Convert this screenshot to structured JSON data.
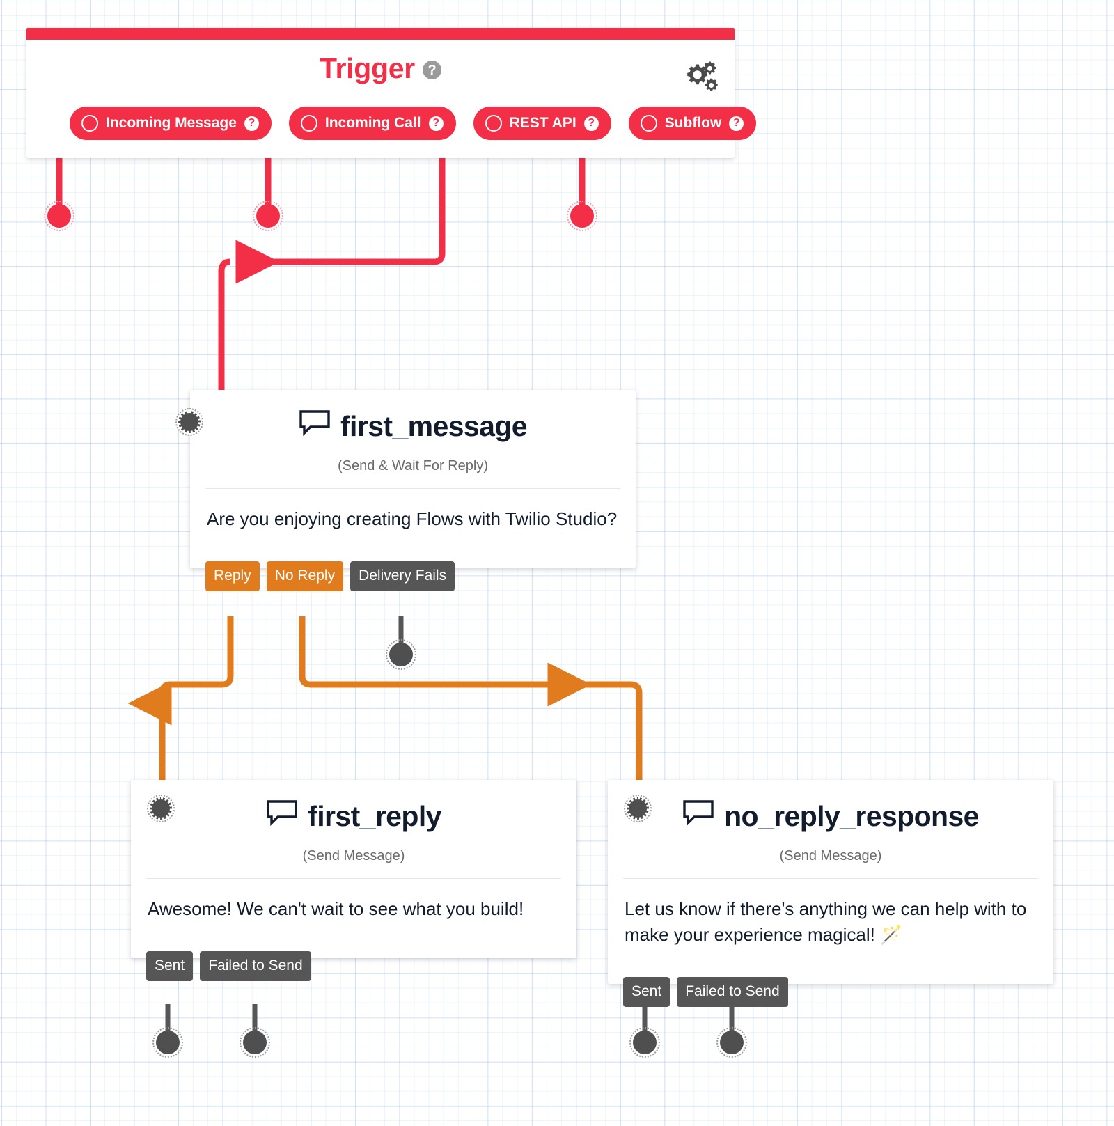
{
  "theme": {
    "accent_red": "#F22F46",
    "accent_orange": "#E07B1E",
    "neutral_gray": "#565656",
    "text_dark": "#121C2D",
    "grid_blue": "#8CB9EB"
  },
  "trigger": {
    "title": "Trigger",
    "help_glyph": "?",
    "settings_icon": "gears-icon",
    "pills": [
      {
        "label": "Incoming Message",
        "help_glyph": "?",
        "name": "trigger-pill-incoming-message"
      },
      {
        "label": "Incoming Call",
        "help_glyph": "?",
        "name": "trigger-pill-incoming-call"
      },
      {
        "label": "REST API",
        "help_glyph": "?",
        "name": "trigger-pill-rest-api"
      },
      {
        "label": "Subflow",
        "help_glyph": "?",
        "name": "trigger-pill-subflow"
      }
    ]
  },
  "widgets": [
    {
      "id": "first_message",
      "title": "first_message",
      "subtitle": "(Send & Wait For Reply)",
      "body": "Are you enjoying creating Flows with Twilio Studio?",
      "icon": "chat-bubble-icon",
      "outputs": [
        {
          "label": "Reply",
          "color": "orange"
        },
        {
          "label": "No Reply",
          "color": "orange"
        },
        {
          "label": "Delivery Fails",
          "color": "gray"
        }
      ]
    },
    {
      "id": "first_reply",
      "title": "first_reply",
      "subtitle": "(Send Message)",
      "body": "Awesome! We can't wait to see what you build!",
      "icon": "chat-bubble-icon",
      "outputs": [
        {
          "label": "Sent",
          "color": "gray"
        },
        {
          "label": "Failed to Send",
          "color": "gray"
        }
      ]
    },
    {
      "id": "no_reply_response",
      "title": "no_reply_response",
      "subtitle": "(Send Message)",
      "body": "Let us know if there's anything we can help with to make your experience magical! 🪄",
      "icon": "chat-bubble-icon",
      "outputs": [
        {
          "label": "Sent",
          "color": "gray"
        },
        {
          "label": "Failed to Send",
          "color": "gray"
        }
      ]
    }
  ],
  "connections": [
    {
      "from": "Incoming Message",
      "to": "endpoint",
      "color": "#F22F46"
    },
    {
      "from": "Incoming Call",
      "to": "endpoint",
      "color": "#F22F46"
    },
    {
      "from": "REST API",
      "to": "first_message",
      "color": "#F22F46"
    },
    {
      "from": "Subflow",
      "to": "endpoint",
      "color": "#F22F46"
    },
    {
      "from": "first_message.Reply",
      "to": "first_reply",
      "color": "#E07B1E"
    },
    {
      "from": "first_message.No Reply",
      "to": "no_reply_response",
      "color": "#E07B1E"
    },
    {
      "from": "first_message.Delivery Fails",
      "to": "endpoint",
      "color": "#565656"
    },
    {
      "from": "first_reply.Sent",
      "to": "endpoint",
      "color": "#565656"
    },
    {
      "from": "first_reply.Failed to Send",
      "to": "endpoint",
      "color": "#565656"
    },
    {
      "from": "no_reply_response.Sent",
      "to": "endpoint",
      "color": "#565656"
    },
    {
      "from": "no_reply_response.Failed to Send",
      "to": "endpoint",
      "color": "#565656"
    }
  ]
}
